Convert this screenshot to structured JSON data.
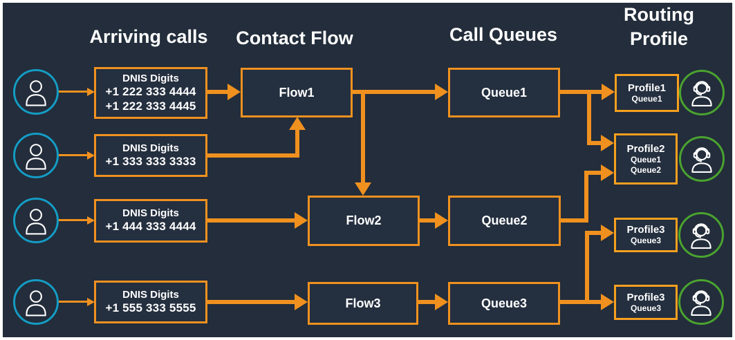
{
  "headers": {
    "arriving_calls": "Arriving calls",
    "contact_flow": "Contact Flow",
    "call_queues": "Call Queues",
    "routing_profile": "Routing Profile"
  },
  "dnis_boxes": [
    {
      "title": "DNIS Digits",
      "numbers": [
        "+1 222 333 4444",
        "+1 222 333 4445"
      ]
    },
    {
      "title": "DNIS Digits",
      "numbers": [
        "+1 333 333 3333"
      ]
    },
    {
      "title": "DNIS Digits",
      "numbers": [
        "+1 444 333 4444"
      ]
    },
    {
      "title": "DNIS Digits",
      "numbers": [
        "+1 555 333 5555"
      ]
    }
  ],
  "flows": [
    {
      "label": "Flow1"
    },
    {
      "label": "Flow2"
    },
    {
      "label": "Flow3"
    }
  ],
  "queues": [
    {
      "label": "Queue1"
    },
    {
      "label": "Queue2"
    },
    {
      "label": "Queue3"
    }
  ],
  "profiles": [
    {
      "label": "Profile1",
      "queues": [
        "Queue1"
      ]
    },
    {
      "label": "Profile2",
      "queues": [
        "Queue1",
        "Queue2"
      ]
    },
    {
      "label": "Profile3",
      "queues": [
        "Queue3"
      ]
    },
    {
      "label": "Profile3",
      "queues": [
        "Queue3"
      ]
    }
  ],
  "icons": {
    "caller": "person-icon",
    "agent": "headset-agent-icon"
  },
  "colors": {
    "background": "#232d3b",
    "accent_orange": "#f0911f",
    "profile_orange": "#f7a01f",
    "caller_teal": "#149cc4",
    "agent_green": "#4aa32f",
    "text": "#ffffff"
  }
}
